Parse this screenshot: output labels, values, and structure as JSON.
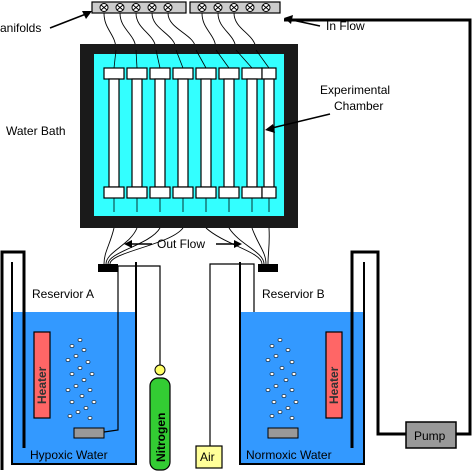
{
  "labels": {
    "manifolds": "Manifolds",
    "in_flow": "In Flow",
    "experimental_chamber": [
      "Experimental",
      "Chamber"
    ],
    "water_bath": "Water Bath",
    "out_flow": "Out Flow",
    "reservoir_a": "Reservior A",
    "reservoir_b": "Reservior B",
    "heater": "Heater",
    "nitrogen": "Nitrogen",
    "air": "Air",
    "hypoxic_water": "Hypoxic Water",
    "normoxic_water": "Normoxic Water",
    "pump": "Pump"
  },
  "colors": {
    "water": "#3399ff",
    "chamber_fill": "#1a1a1a",
    "bath_water": "#33ffff",
    "tube_fill": "#ffffff",
    "heater": "#ff6666",
    "nitrogen_tank": "#33cc33",
    "air_box": "#ffff99",
    "pump_box": "#999999",
    "manifold": "#cccccc"
  }
}
